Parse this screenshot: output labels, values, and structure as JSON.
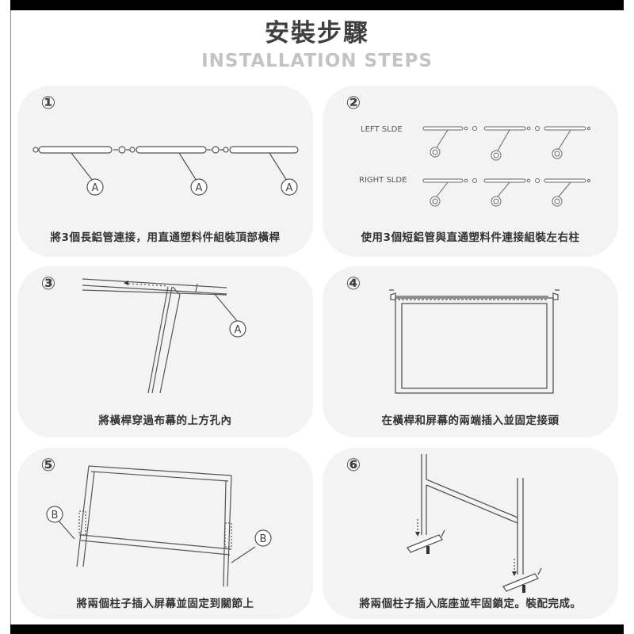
{
  "header": {
    "title_cn": "安裝步驟",
    "title_en": "INSTALLATION STEPS"
  },
  "colors": {
    "panel_bg": "#f3f3f3",
    "title_cn": "#3f3f3f",
    "title_en": "#c3c3c3",
    "line": "#555555",
    "bars": "#000000"
  },
  "steps": [
    {
      "number": "①",
      "caption": "將3個長鋁管連接，用直通塑料件組裝頂部橫桿",
      "part_labels": [
        "A",
        "A",
        "A"
      ]
    },
    {
      "number": "②",
      "caption": "使用3個短鋁管與直通塑料件連接組裝左右柱",
      "side_labels": [
        "LEFT SLDE",
        "RIGHT SLDE"
      ]
    },
    {
      "number": "③",
      "caption": "將橫桿穿過布幕的上方孔內",
      "part_labels": [
        "A"
      ]
    },
    {
      "number": "④",
      "caption": "在橫桿和屏幕的兩端插入並固定接頭"
    },
    {
      "number": "⑤",
      "caption": "將兩個柱子插入屏幕並固定到關節上",
      "part_labels": [
        "B",
        "B"
      ]
    },
    {
      "number": "⑥",
      "caption": "將兩個柱子插入底座並牢固鎖定。裝配完成。"
    }
  ]
}
